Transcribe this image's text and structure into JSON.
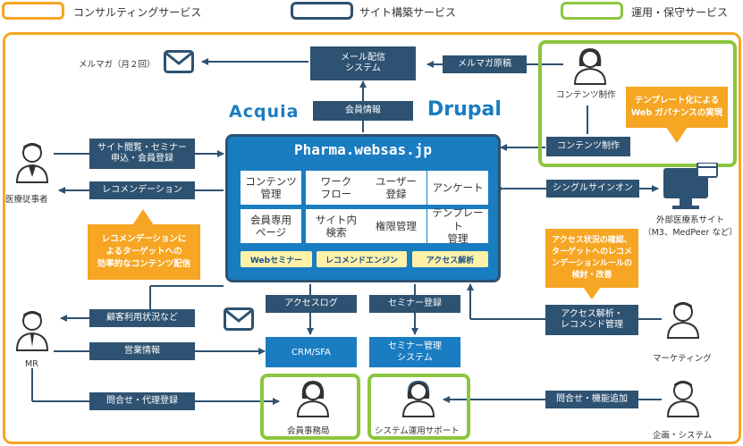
{
  "legend": {
    "consulting": {
      "label": "コンサルティングサービス",
      "color": "#f6a623"
    },
    "build": {
      "label": "サイト構築サービス",
      "color": "#2e5271"
    },
    "ops": {
      "label": "運用・保守サービス",
      "color": "#8cc63f"
    }
  },
  "mail": {
    "label": "メルマガ（月２回）",
    "system": "メール配信\nシステム",
    "draft": "メルマガ原稿"
  },
  "logos": {
    "acquia": "Acquia",
    "drupal": "Drupal"
  },
  "member_info": "会員情報",
  "platform": {
    "title": "Pharma.websas.jp",
    "modules": [
      "コンテンツ\n管理",
      "ワーク\nフロー",
      "ユーザー\n登録",
      "アンケート",
      "会員専用\nページ",
      "サイト内\n検索",
      "権限管理",
      "テンプレート\n管理"
    ],
    "bars": [
      "Webセミナー",
      "レコメンドエンジン",
      "アクセス解析"
    ]
  },
  "left_arrows": {
    "site_browse": "サイト閲覧・セミナー\n申込・会員登録",
    "recommend": "レコメンデーション",
    "usage": "顧客利用状況など",
    "sales": "営業情報",
    "inquiry_agent": "問合せ・代理登録"
  },
  "callouts": {
    "recommend": "レコメンデーションに\nよるターゲットへの\n効率的なコンテンツ配信",
    "template": "テンプレート化による\nWeb ガバナンスの実現",
    "access": "アクセス状況の確認、\nターゲットへのレコメ\nンデーションルールの\n検討・改善"
  },
  "right_arrows": {
    "content_prod": "コンテンツ制作",
    "sso": "シングルサインオン",
    "access_analysis": "アクセス解析・\nレコメンド管理",
    "inquiry_add": "問合せ・機能追加"
  },
  "bottom": {
    "access_log": "アクセスログ",
    "seminar_reg": "セミナー登録",
    "crm": "CRM/SFA",
    "seminar_sys": "セミナー管理\nシステム"
  },
  "actors": {
    "doctor": "医療従事者",
    "mr": "MR",
    "content_prod": "コンテンツ制作",
    "external": "外部医療系サイト\n（M3、MedPeer など）",
    "marketing": "マーケティング",
    "planning": "企画・システム",
    "office": "会員事務局",
    "support": "システム運用サポート"
  }
}
